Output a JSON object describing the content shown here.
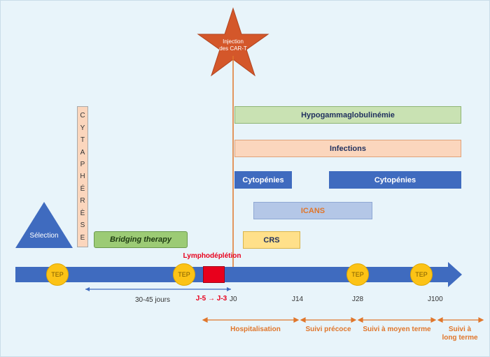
{
  "star": {
    "line1": "Injection",
    "line2": "des CAR-T"
  },
  "cytapherese": [
    "C",
    "Y",
    "T",
    "A",
    "P",
    "H",
    "É",
    "R",
    "È",
    "S",
    "E"
  ],
  "selection": "Sélection",
  "bridging": "Bridging therapy",
  "bars": {
    "hypogamma": "Hypogammaglobulinémie",
    "infections": "Infections",
    "cytopenies_1": "Cytopénies",
    "cytopenies_2": "Cytopénies",
    "icans": "ICANS",
    "crs": "CRS"
  },
  "lymphodepletion": "Lymphodéplétion",
  "tep": [
    "TEP",
    "TEP",
    "TEP",
    "TEP"
  ],
  "duration": "30-45 jours",
  "day_range": "J-5 → J-3",
  "ticks": [
    "J0",
    "J14",
    "J28",
    "J100"
  ],
  "phases": {
    "hospitalisation": "Hospitalisation",
    "suivi_precoce": "Suivi précoce",
    "suivi_moyen": "Suivi à moyen terme",
    "suivi_long_1": "Suivi à",
    "suivi_long_2": "long terme"
  },
  "colors": {
    "background": "#e8f4fa",
    "timeline": "#3f6bbf",
    "star": "#d4572a",
    "tep": "#fcc316",
    "hypogamma": "#c9e2b3",
    "infections": "#fbd6bd",
    "cytopenies": "#3f6bbf",
    "icans": "#b4c7e7",
    "crs": "#ffe08a",
    "bridging": "#9ccb75",
    "selection": "#3f6bbf",
    "phase_text": "#e0762b",
    "lymphodepletion": "#e8001c"
  }
}
